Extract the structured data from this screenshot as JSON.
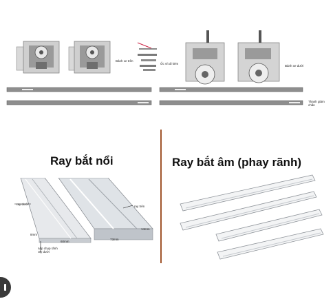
{
  "top": {
    "labels": {
      "banh_xe_tren": "Bánh xe trên",
      "oc_vit_di_kem": "Ốc vít đi kèm",
      "banh_xe_duoi": "Bánh xe dưới",
      "thanh_giam_chan": "Thanh giảm chấn"
    }
  },
  "left": {
    "title": "Ray bắt nổi",
    "labels": {
      "ray_duoi": "ray dưới",
      "ray_tren": "ray trên",
      "nap_chup": "nắp chụp rãnh ray dưới",
      "dim_8": "8mm",
      "dim_60": "60mm",
      "dim_73": "73mm",
      "dim_14": "14mm"
    }
  },
  "right": {
    "title": "Ray bắt âm (phay rãnh)"
  }
}
